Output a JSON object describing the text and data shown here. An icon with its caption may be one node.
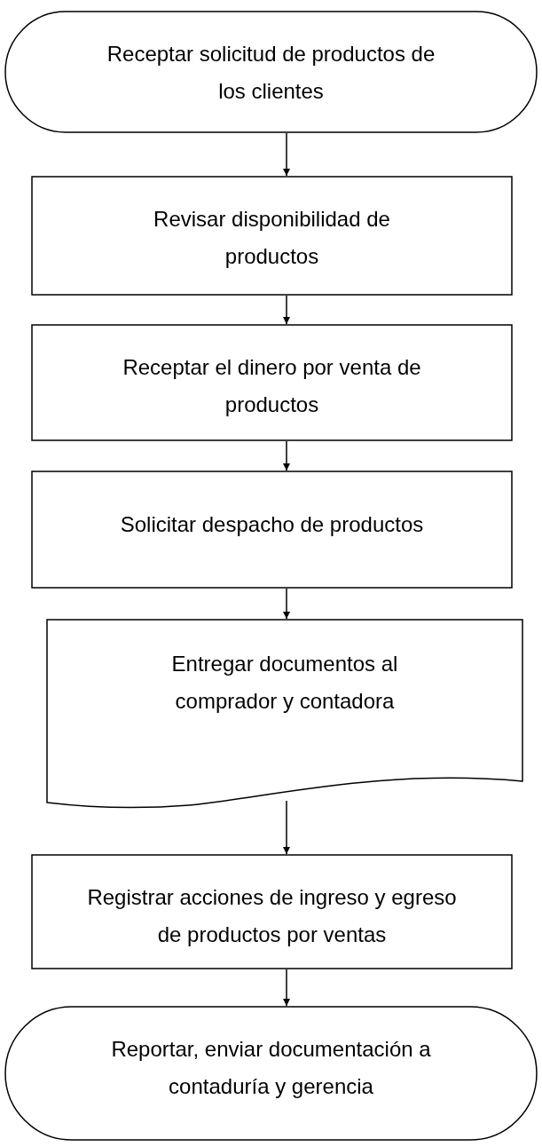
{
  "diagram": {
    "nodes": [
      {
        "text": [
          "Receptar solicitud de productos de los clientes"
        ]
      },
      {
        "text": [
          "Revisar disponibilidad de productos"
        ]
      },
      {
        "text": [
          "Receptar el dinero por venta de productos"
        ]
      },
      {
        "text": [
          "Solicitar despacho de productos"
        ]
      },
      {
        "text": [
          "Entregar documentos al comprador y contadora"
        ]
      },
      {
        "text": [
          "Registrar acciones de ingreso y egreso de productos por ventas"
        ]
      },
      {
        "text": [
          "Reportar, enviar documentación a contaduría y gerencia"
        ]
      }
    ],
    "edges": [
      {
        "from": 0,
        "to": 1,
        "arrow": "to"
      },
      {
        "from": 1,
        "to": 2,
        "arrow": "to"
      },
      {
        "from": 2,
        "to": 3,
        "arrow": "to"
      },
      {
        "from": 3,
        "to": 4,
        "arrow": "to"
      },
      {
        "from": 4,
        "to": 5,
        "arrow": "to"
      },
      {
        "from": 5,
        "to": 6,
        "arrow": "to"
      }
    ]
  }
}
